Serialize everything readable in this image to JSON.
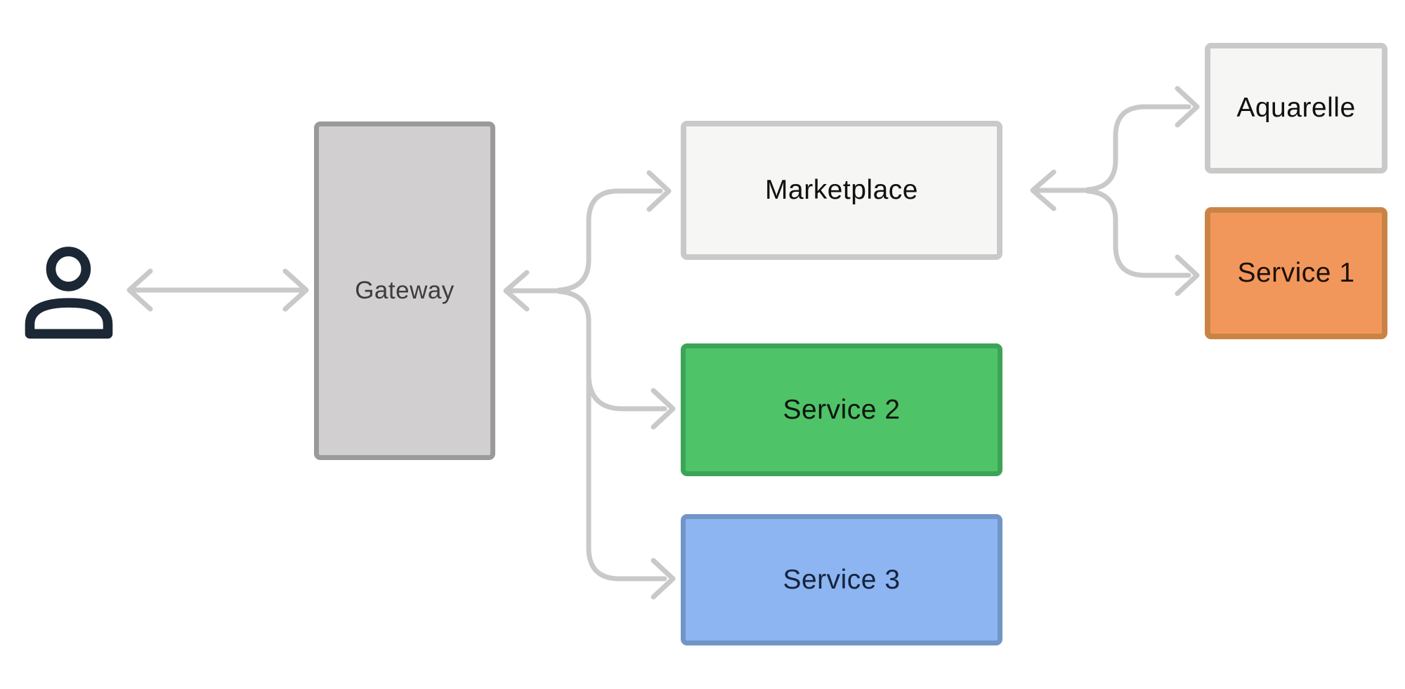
{
  "diagram": {
    "background_color": "#ffffff",
    "connector_color": "#c9c9c9",
    "actor": {
      "id": "user",
      "icon": "person-icon",
      "color": "#1b2734"
    },
    "nodes": [
      {
        "id": "gateway",
        "label": "Gateway",
        "fill": "#d1cfcf",
        "border": "#9b9a9a",
        "text_color": "#3d3d3d"
      },
      {
        "id": "marketplace",
        "label": "Marketplace",
        "fill": "#f6f6f4",
        "border": "#c9c9c9",
        "text_color": "#111111"
      },
      {
        "id": "service2",
        "label": "Service 2",
        "fill": "#4fc368",
        "border": "#3da457",
        "text_color": "#0d150d"
      },
      {
        "id": "service3",
        "label": "Service 3",
        "fill": "#8cb5f1",
        "border": "#7195c7",
        "text_color": "#16233d"
      },
      {
        "id": "aquarelle",
        "label": "Aquarelle",
        "fill": "#f6f6f4",
        "border": "#c9c9c9",
        "text_color": "#111111"
      },
      {
        "id": "service1",
        "label": "Service 1",
        "fill": "#f2975c",
        "border": "#c98445",
        "text_color": "#1c1008"
      }
    ],
    "edges": [
      {
        "from": "user",
        "to": "gateway",
        "bidirectional": true
      },
      {
        "from": "gateway",
        "to": "marketplace",
        "bidirectional": true
      },
      {
        "from": "gateway",
        "to": "service2",
        "bidirectional": true
      },
      {
        "from": "gateway",
        "to": "service3",
        "bidirectional": true
      },
      {
        "from": "marketplace",
        "to": "aquarelle",
        "bidirectional": true
      },
      {
        "from": "marketplace",
        "to": "service1",
        "bidirectional": true
      }
    ]
  }
}
